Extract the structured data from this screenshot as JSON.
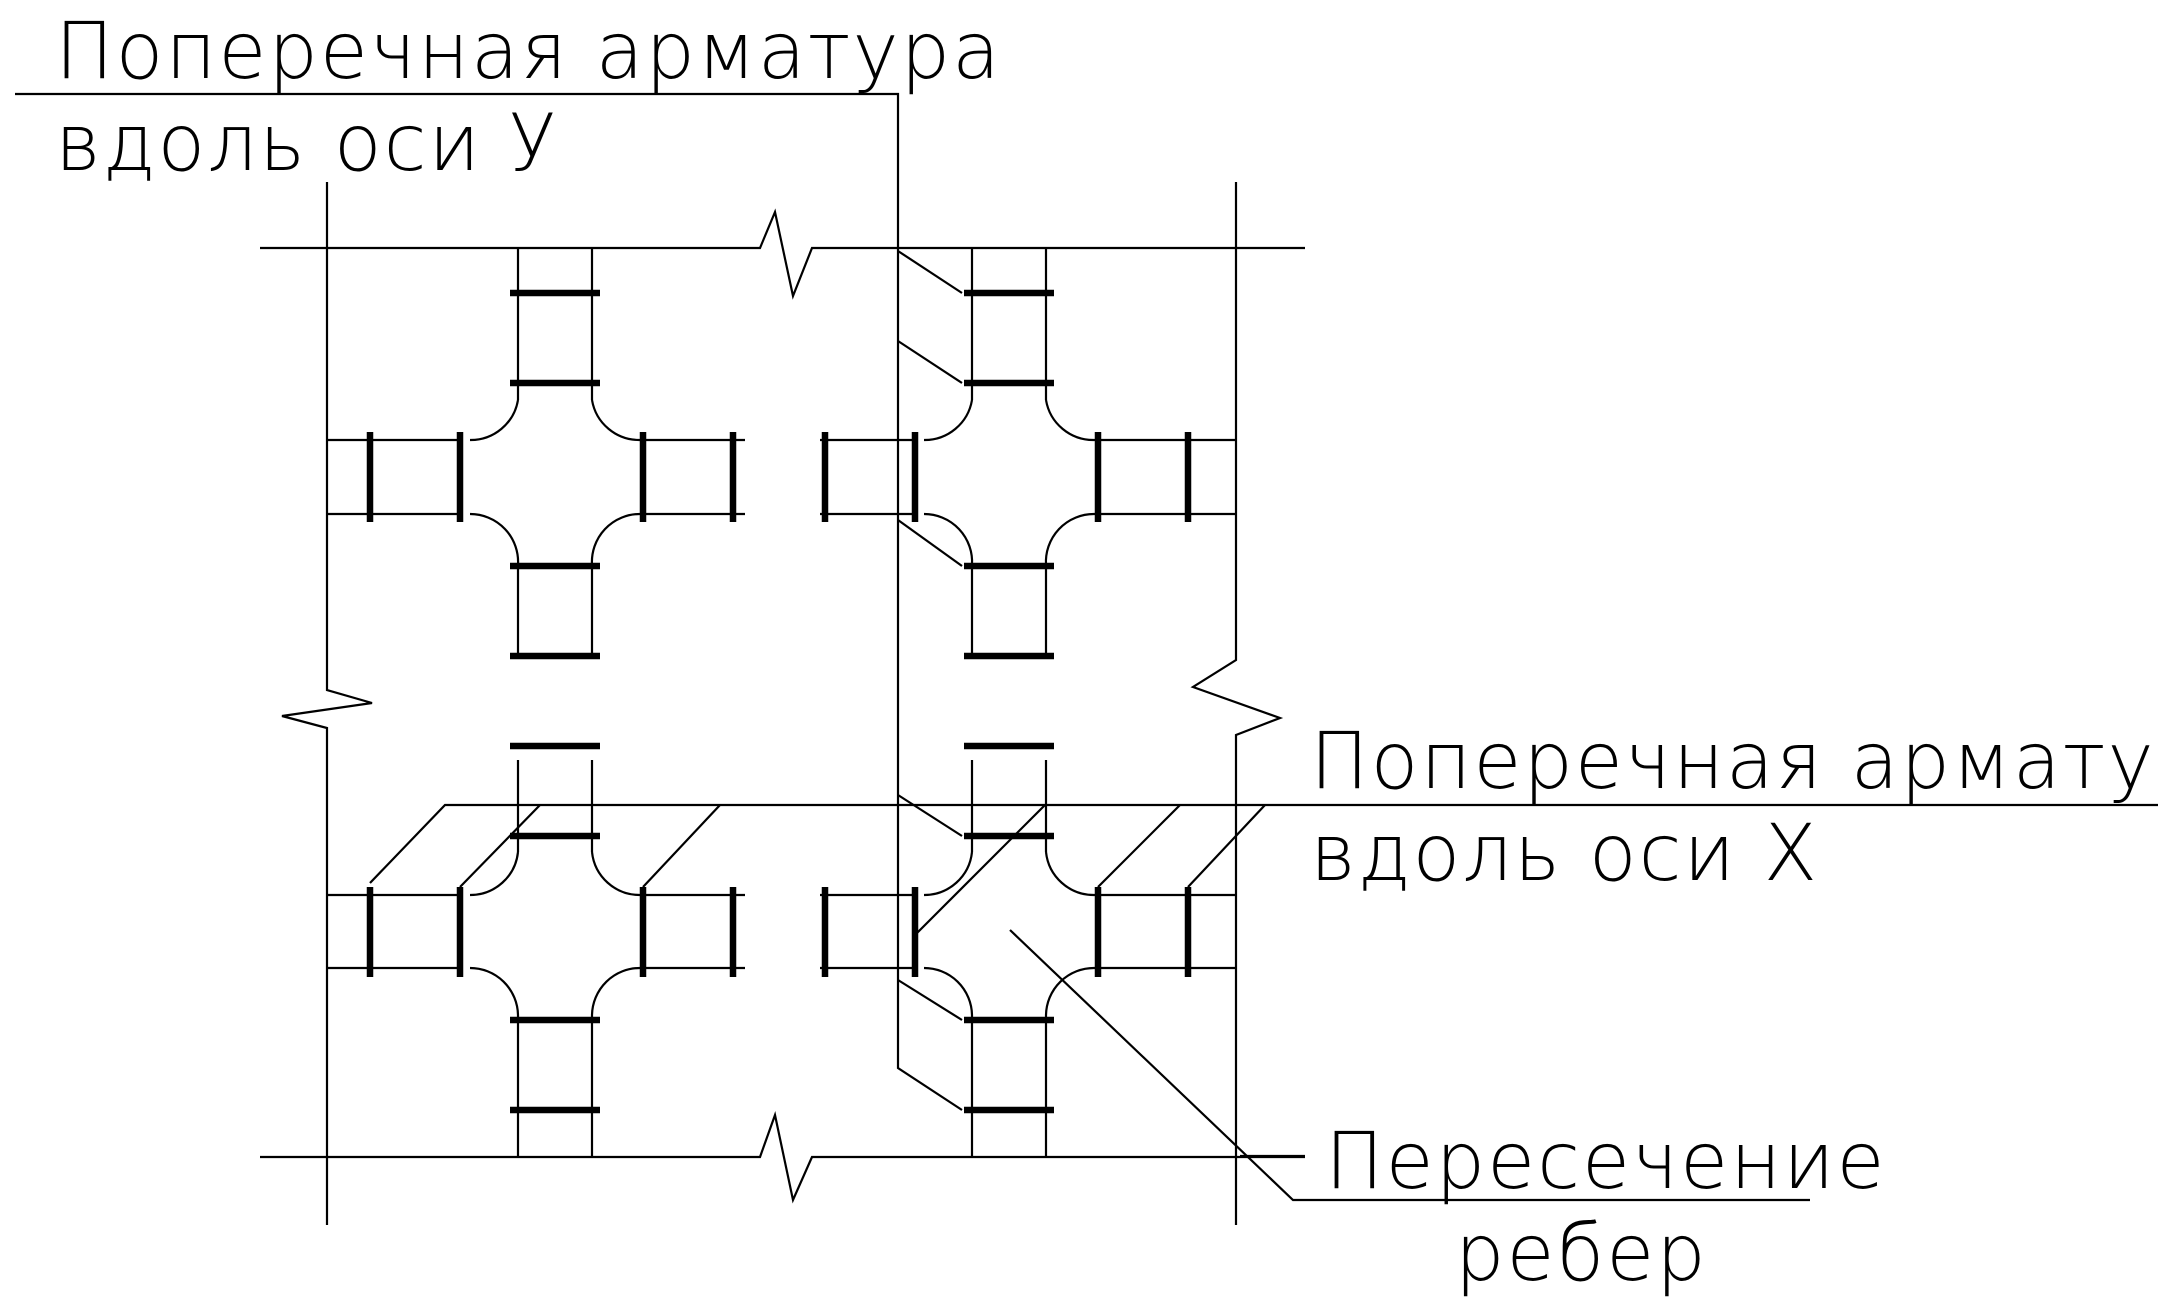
{
  "labels": {
    "transverse_y": {
      "line1": "Поперечная арматура",
      "line2": "вдоль оси У"
    },
    "transverse_x": {
      "line1": "Поперечная арматура",
      "line2": "вдоль оси Х"
    },
    "rib_intersection": {
      "line1": "Пересечение",
      "line2": "ребер"
    }
  },
  "colors": {
    "line": "#000000",
    "background": "#ffffff"
  }
}
